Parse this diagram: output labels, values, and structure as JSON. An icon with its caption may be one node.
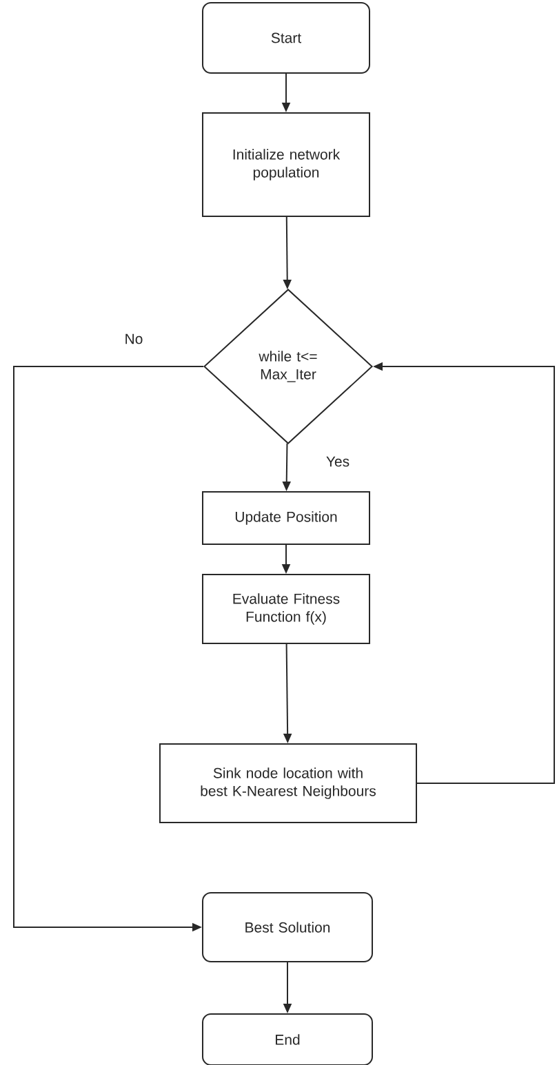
{
  "diagram": {
    "nodes": [
      {
        "text": [
          "Start"
        ]
      },
      {
        "text": [
          "Initialize network population"
        ]
      },
      {
        "text": [
          "while t<= Max_Iter"
        ]
      },
      {
        "text": [
          "Update Position"
        ]
      },
      {
        "text": [
          "Evaluate Fitness Function f(x)"
        ]
      },
      {
        "text": [
          "Sink node location with best K-Nearest Neighbours"
        ]
      },
      {
        "text": [
          "Best Solution"
        ]
      },
      {
        "text": [
          "End"
        ]
      }
    ],
    "edges": [
      {
        "from": 0,
        "to": 1,
        "arrow": "to"
      },
      {
        "from": 1,
        "to": 2,
        "arrow": "to"
      },
      {
        "from": 2,
        "to": 3,
        "arrow": "to",
        "label": "Yes"
      },
      {
        "from": 3,
        "to": 4,
        "arrow": "to"
      },
      {
        "from": 4,
        "to": 5,
        "arrow": "to"
      },
      {
        "from": 5,
        "to": 2,
        "arrow": "to"
      },
      {
        "from": 2,
        "to": 6,
        "arrow": "to",
        "label": "No"
      },
      {
        "from": 6,
        "to": 7,
        "arrow": "to"
      }
    ]
  }
}
